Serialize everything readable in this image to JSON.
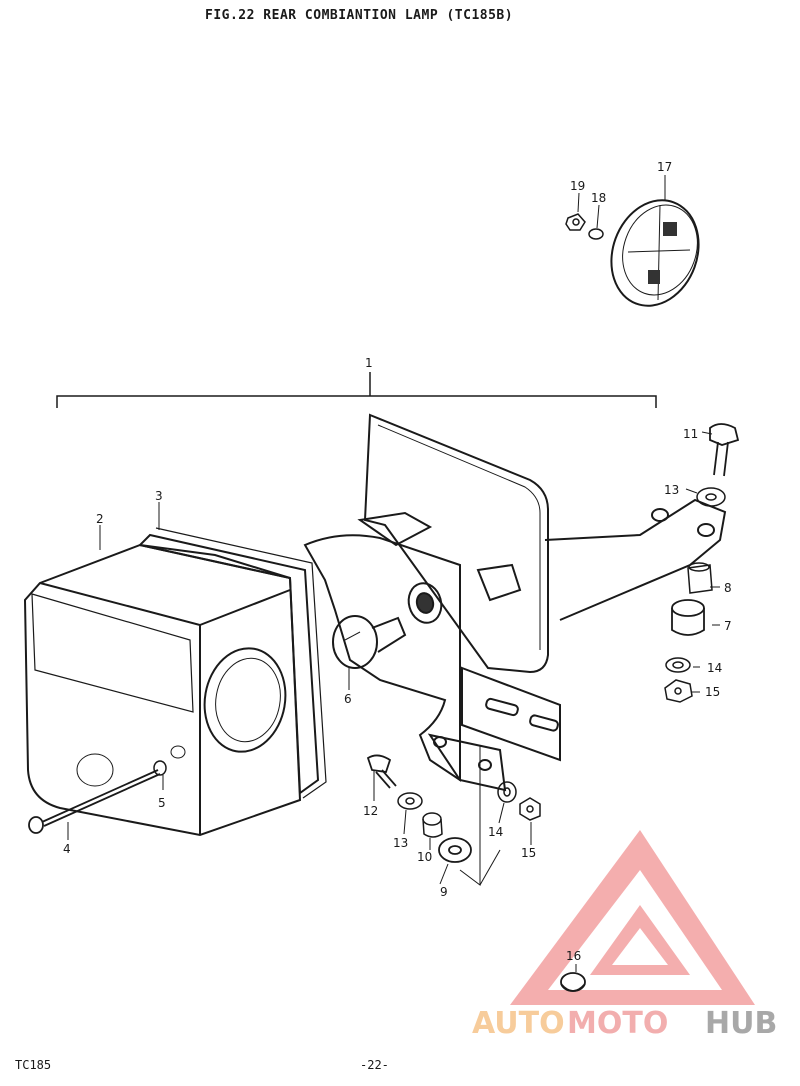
{
  "header": {
    "title": "FIG.22  REAR COMBIANTION LAMP (TC185B)"
  },
  "footer": {
    "model": "TC185",
    "page": "-22-"
  },
  "parts": {
    "p1": "1",
    "p2": "2",
    "p3": "3",
    "p4": "4",
    "p5": "5",
    "p6": "6",
    "p7": "7",
    "p8": "8",
    "p9": "9",
    "p10": "10",
    "p11": "11",
    "p12": "12",
    "p13a": "13",
    "p13b": "13",
    "p14a": "14",
    "p14b": "14",
    "p15a": "15",
    "p15b": "15",
    "p16": "16",
    "p17": "17",
    "p18": "18",
    "p19": "19"
  },
  "watermark": {
    "auto": "AUTO",
    "moto": "MOTO",
    "hub": "HUB"
  },
  "colors": {
    "ink": "#1a1a1a",
    "logo_red": "#f08a8a",
    "logo_orange": "#f6c48a",
    "logo_grey": "#9a9a9a"
  }
}
